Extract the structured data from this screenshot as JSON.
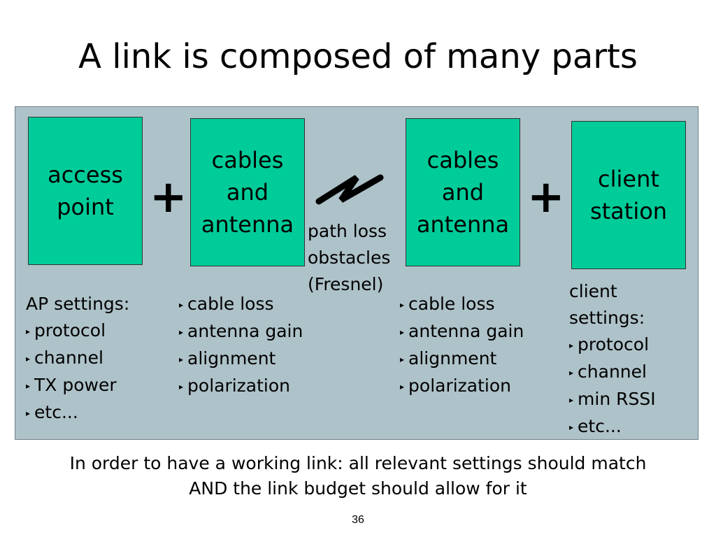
{
  "slide": {
    "title": "A link is composed of many parts",
    "footer": "In order to have a working link: all relevant settings should match\nAND the link budget should allow for it",
    "page_number": "36"
  },
  "diagram": {
    "boxes": {
      "access_point": "access\npoint",
      "cables_left": "cables\nand\nantenna",
      "cables_right": "cables\nand\nantenna",
      "client_station": "client\nstation"
    },
    "operators": {
      "plus_left": "+",
      "plus_right": "+"
    },
    "path": {
      "icon": "lightning-bolt-icon",
      "lines": [
        "path loss",
        "obstacles",
        "(Fresnel)"
      ]
    },
    "ap_settings": {
      "heading": "AP settings:",
      "items": [
        "protocol",
        "channel",
        "TX power",
        "etc..."
      ]
    },
    "cable_settings_left": {
      "items": [
        "cable loss",
        "antenna gain",
        "alignment",
        "polarization"
      ]
    },
    "cable_settings_right": {
      "items": [
        "cable loss",
        "antenna gain",
        "alignment",
        "polarization"
      ]
    },
    "client_settings": {
      "heading_lines": [
        "client",
        "settings:"
      ],
      "items": [
        "protocol",
        "channel",
        "min RSSI",
        "etc..."
      ]
    }
  },
  "colors": {
    "panel_background": "#aec2c9",
    "box_fill": "#00cc99"
  }
}
